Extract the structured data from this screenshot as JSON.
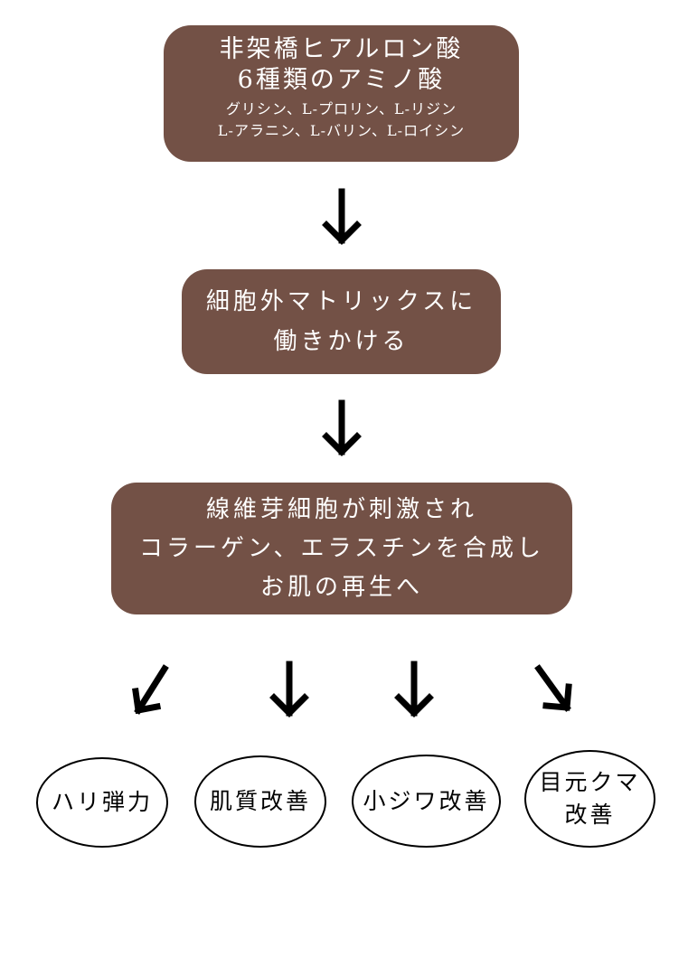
{
  "step1": {
    "title_line1": "非架橋ヒアルロン酸",
    "title_line2": "6種類のアミノ酸",
    "sub_line1": "グリシン、L-プロリン、L-リジン",
    "sub_line2": "L-アラニン、L-バリン、L-ロイシン"
  },
  "step2": {
    "line1": "細胞外マトリックスに",
    "line2": "働きかける"
  },
  "step3": {
    "line1": "線維芽細胞が刺激され",
    "line2": "コラーゲン、エラスチンを合成し",
    "line3": "お肌の再生へ"
  },
  "results": [
    {
      "line1": "ハリ弾力",
      "line2": ""
    },
    {
      "line1": "肌質改善",
      "line2": ""
    },
    {
      "line1": "小ジワ改善",
      "line2": ""
    },
    {
      "line1": "目元クマ",
      "line2": "改善"
    }
  ],
  "colors": {
    "box": "#735146",
    "text_on_box": "#ffffff",
    "arrow": "#000000"
  }
}
